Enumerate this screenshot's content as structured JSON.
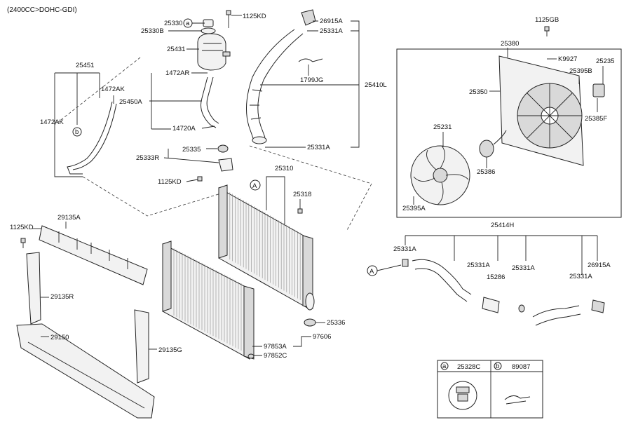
{
  "header": "(2400CC>DOHC-GDI)",
  "callouts": {
    "a": "a",
    "b": "b",
    "A": "A"
  },
  "labels": {
    "p25330": "25330",
    "p25330B": "25330B",
    "p1125KD_top": "1125KD",
    "p26915A_top": "26915A",
    "p25331A_top": "25331A",
    "p25431": "25431",
    "p1472AR": "1472AR",
    "p1799JG": "1799JG",
    "p25410L": "25410L",
    "p25451": "25451",
    "p1472AK_upper": "1472AK",
    "p1472AK_left": "1472AK",
    "p25450A": "25450A",
    "p14720A": "14720A",
    "p25331A_mid": "25331A",
    "p25333R": "25333R",
    "p25335": "25335",
    "p1125KD_mid": "1125KD",
    "p25310": "25310",
    "p25318": "25318",
    "p1125KD_left": "1125KD",
    "p29135A": "29135A",
    "p29135R": "29135R",
    "p29150": "29150",
    "p29135G": "29135G",
    "p25336": "25336",
    "p97853A": "97853A",
    "p97606": "97606",
    "p97852C": "97852C",
    "p1125GB": "1125GB",
    "p25380": "25380",
    "pK9927": "K9927",
    "p25235": "25235",
    "p25395B": "25395B",
    "p25350": "25350",
    "p25385F": "25385F",
    "p25231": "25231",
    "p25386": "25386",
    "p25395A": "25395A",
    "p25414H": "25414H",
    "p25331A_r1": "25331A",
    "p25331A_r2": "25331A",
    "p15286": "15286",
    "p25331A_r3": "25331A",
    "p26915A_r": "26915A",
    "p25331A_r4": "25331A"
  },
  "legend": {
    "a_code": "25328C",
    "b_code": "89087"
  }
}
